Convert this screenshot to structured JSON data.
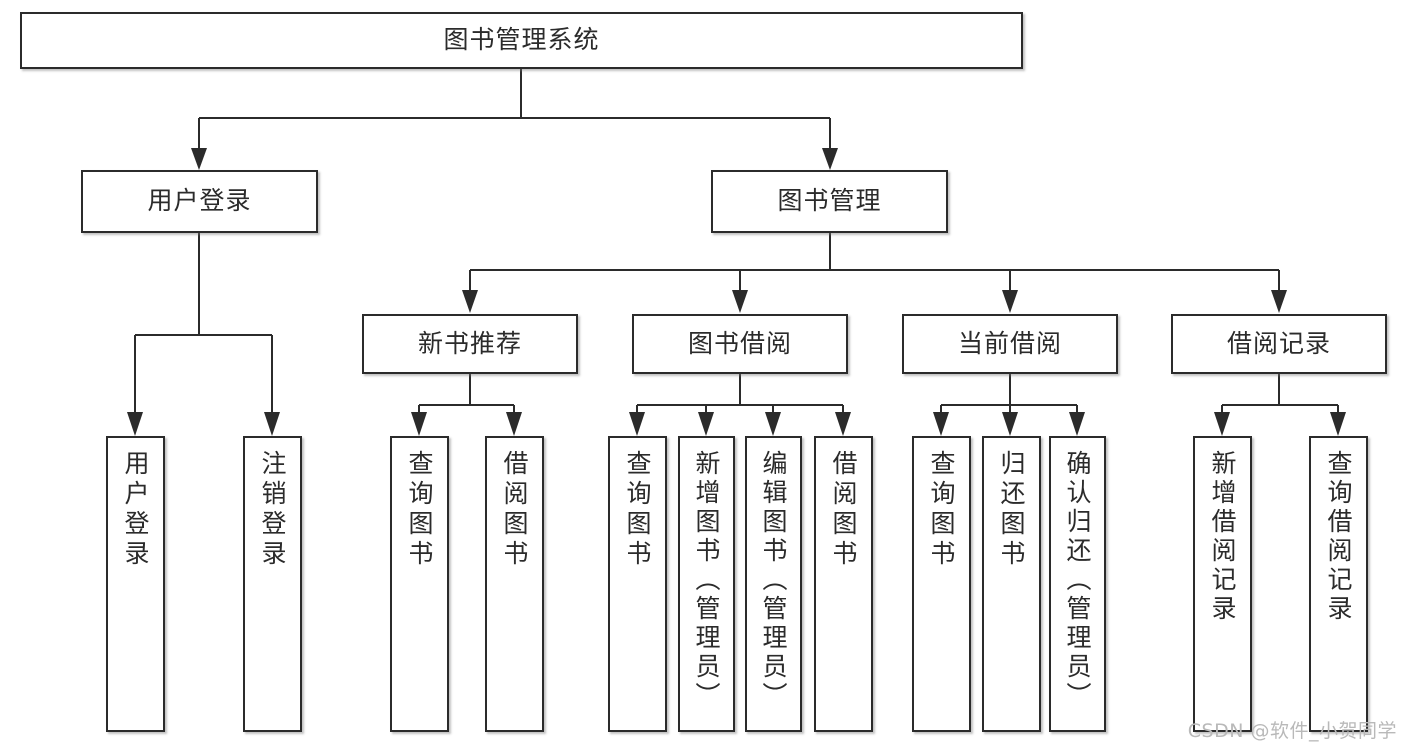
{
  "diagram": {
    "type": "tree",
    "title": "图书管理系统",
    "watermark": "CSDN @软件_小贺同学",
    "colors": {
      "stroke": "#2b2b2b",
      "fill": "#ffffff",
      "watermark": "#b9b9b9"
    },
    "nodes": {
      "root": {
        "label": "图书管理系统"
      },
      "level2": [
        {
          "label": "用户登录"
        },
        {
          "label": "图书管理"
        }
      ],
      "level3": [
        {
          "label": "新书推荐"
        },
        {
          "label": "图书借阅"
        },
        {
          "label": "当前借阅"
        },
        {
          "label": "借阅记录"
        }
      ],
      "leaves": {
        "user_login": [
          {
            "label": "用户登录"
          },
          {
            "label": "注销登录"
          }
        ],
        "new_book_recommend": [
          {
            "label": "查询图书"
          },
          {
            "label": "借阅图书"
          }
        ],
        "book_borrow": [
          {
            "label": "查询图书"
          },
          {
            "label": "新增图书（管理员）"
          },
          {
            "label": "编辑图书（管理员）"
          },
          {
            "label": "借阅图书"
          }
        ],
        "current_borrow": [
          {
            "label": "查询图书"
          },
          {
            "label": "归还图书"
          },
          {
            "label": "确认归还（管理员）"
          }
        ],
        "borrow_record": [
          {
            "label": "新增借阅记录"
          },
          {
            "label": "查询借阅记录"
          }
        ]
      }
    }
  }
}
